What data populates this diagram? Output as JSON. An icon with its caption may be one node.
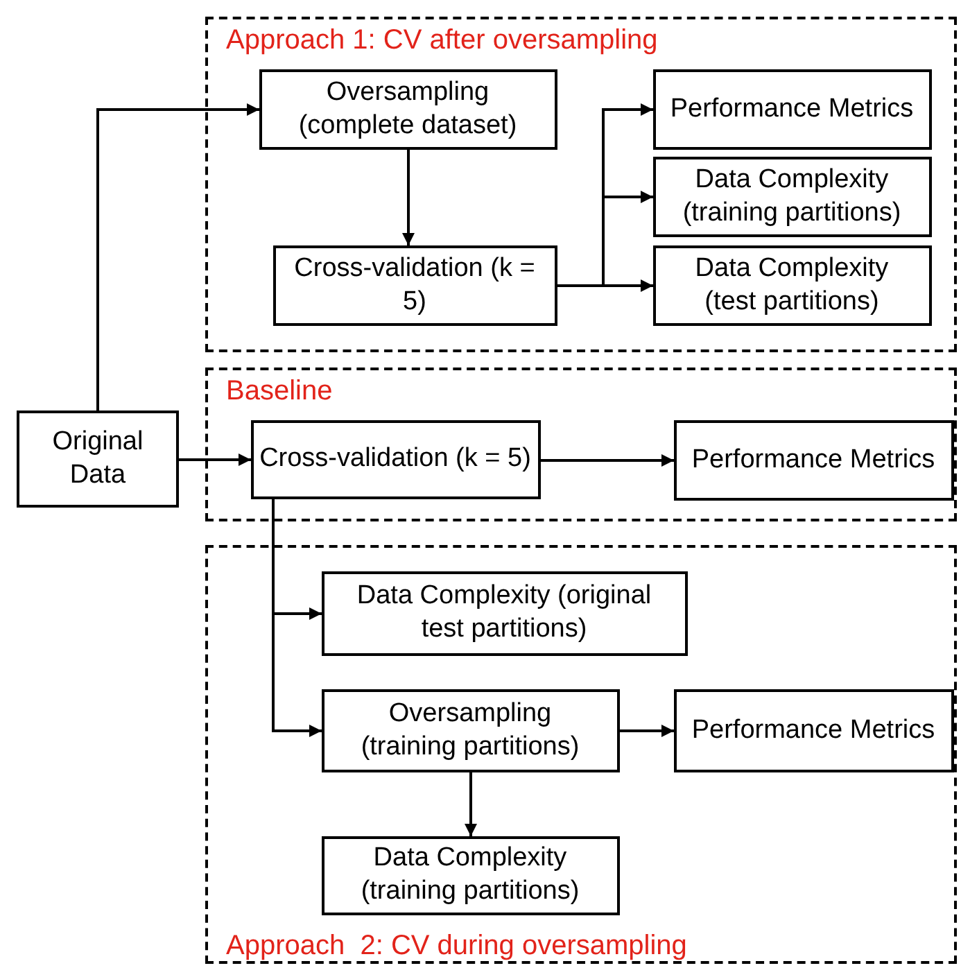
{
  "diagram": {
    "nodes": [
      {
        "text": [
          "Original Data"
        ]
      },
      {
        "text": [
          "Approach 1: CV after oversampling"
        ]
      },
      {
        "text": [
          "Oversampling (complete dataset)"
        ],
        "in": 1
      },
      {
        "text": [
          "Cross-validation (k = 5)"
        ],
        "in": 1
      },
      {
        "text": [
          "Performance Metrics"
        ],
        "in": 1
      },
      {
        "text": [
          "Data Complexity (training partitions)"
        ],
        "in": 1
      },
      {
        "text": [
          "Data Complexity (test partitions)"
        ],
        "in": 1
      },
      {
        "text": [
          "Baseline"
        ]
      },
      {
        "text": [
          "Cross-validation (k = 5)"
        ],
        "in": 7
      },
      {
        "text": [
          "Performance Metrics"
        ],
        "in": 7
      },
      {
        "text": [
          "Approach  2: CV during oversampling"
        ]
      },
      {
        "text": [
          "Data Complexity (original test partitions)"
        ],
        "in": 10
      },
      {
        "text": [
          "Oversampling (training partitions)"
        ],
        "in": 10
      },
      {
        "text": [
          "Performance Metrics"
        ],
        "in": 10
      },
      {
        "text": [
          "Data Complexity (training partitions)"
        ],
        "in": 10
      }
    ],
    "edges": [
      {
        "from": 0,
        "to": 2,
        "arrow": "to"
      },
      {
        "from": 0,
        "to": 8,
        "arrow": "to"
      },
      {
        "from": 2,
        "to": 3,
        "arrow": "to"
      },
      {
        "from": 3,
        "to": 4,
        "arrow": "to"
      },
      {
        "from": 3,
        "to": 5,
        "arrow": "to"
      },
      {
        "from": 3,
        "to": 6,
        "arrow": "to"
      },
      {
        "from": 8,
        "to": 9,
        "arrow": "to"
      },
      {
        "from": 8,
        "to": 11,
        "arrow": "to"
      },
      {
        "from": 8,
        "to": 12,
        "arrow": "to"
      },
      {
        "from": 12,
        "to": 13,
        "arrow": "to"
      },
      {
        "from": 12,
        "to": 14,
        "arrow": "to"
      }
    ]
  }
}
